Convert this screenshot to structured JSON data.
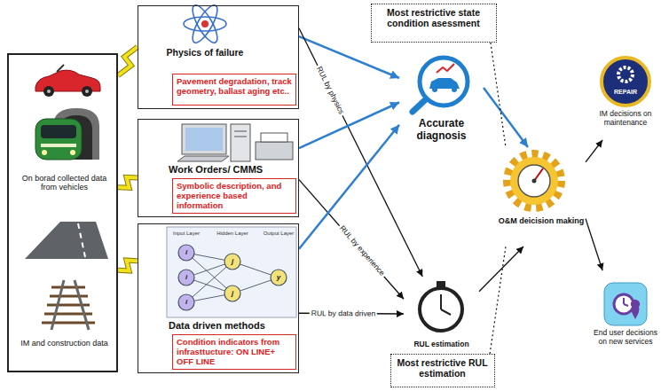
{
  "diagram": {
    "nodes": [
      {
        "text": [
          "On borad collected data from vehicles",
          "IM and construction data"
        ]
      },
      {
        "text": [
          "Physics of failure"
        ]
      },
      {
        "text": [
          "Pavement degradation, track geometry, ballast aging etc.."
        ],
        "in": 1
      },
      {
        "text": [
          "Work Orders/ CMMS"
        ]
      },
      {
        "text": [
          "Symbolic description, and experience based information"
        ],
        "in": 3
      },
      {
        "text": [
          "Data driven methods"
        ]
      },
      {
        "text": [
          "Condition indicators from infrasttucture: ON LINE+ OFF LINE"
        ],
        "in": 5
      },
      {
        "text": [
          "Accurate diagnosis"
        ]
      },
      {
        "text": [
          "RUL estimation"
        ]
      },
      {
        "text": [
          "Most restrictive state condition asessment"
        ]
      },
      {
        "text": [
          "Most restrictive RUL estimation"
        ]
      },
      {
        "text": [
          "O&M deicision making"
        ]
      },
      {
        "text": [
          "IM decisions on maintenance"
        ]
      },
      {
        "text": [
          "End user decisions on new services"
        ]
      }
    ],
    "edges": [
      {
        "from": 0,
        "to": 1,
        "arrow": "none"
      },
      {
        "from": 0,
        "to": 3,
        "arrow": "none"
      },
      {
        "from": 0,
        "to": 5,
        "arrow": "none"
      },
      {
        "from": 1,
        "to": 7,
        "arrow": "to"
      },
      {
        "from": 1,
        "to": 8,
        "label": "RUL by physics",
        "arrow": "to"
      },
      {
        "from": 3,
        "to": 7,
        "arrow": "to"
      },
      {
        "from": 3,
        "to": 8,
        "label": "RUL by experience",
        "arrow": "to"
      },
      {
        "from": 5,
        "to": 7,
        "arrow": "to"
      },
      {
        "from": 5,
        "to": 8,
        "label": "RUL by data driven",
        "arrow": "to"
      },
      {
        "from": 7,
        "to": 11,
        "arrow": "to"
      },
      {
        "from": 8,
        "to": 11,
        "arrow": "to"
      },
      {
        "from": 9,
        "to": 11,
        "arrow": "none"
      },
      {
        "from": 10,
        "to": 11,
        "arrow": "none"
      },
      {
        "from": 11,
        "to": 12,
        "arrow": "to"
      },
      {
        "from": 11,
        "to": 13,
        "arrow": "to"
      }
    ],
    "labels": [
      "REPAIR",
      "Input Layer",
      "Hidden Layer",
      "Output Layer",
      "i",
      "i",
      "i",
      "j",
      "j",
      "y"
    ]
  }
}
